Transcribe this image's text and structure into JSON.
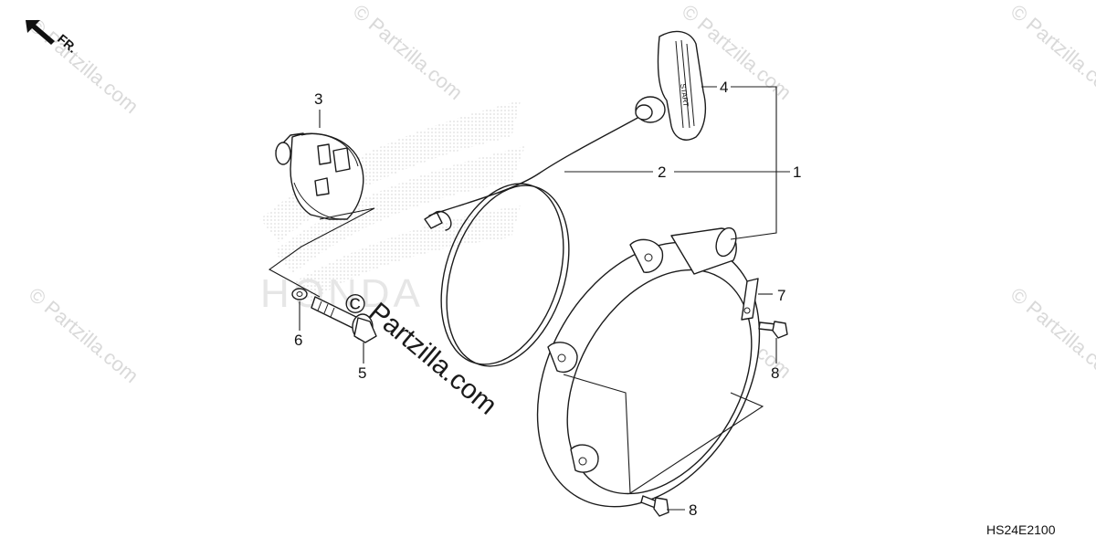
{
  "direction_marker": {
    "label": "FR.",
    "icon": "front-direction-arrow-icon"
  },
  "watermarks": {
    "repeat_text": "© Partzilla.com",
    "center_copyright": "©",
    "center_text": "Partzilla.com",
    "brand_background_text": "HONDA"
  },
  "callouts": {
    "c1": "1",
    "c2": "2",
    "c3": "3",
    "c4": "4",
    "c5": "5",
    "c6": "6",
    "c7": "7",
    "c8a": "8",
    "c8b": "8"
  },
  "parts": {
    "handle_imprint": "START"
  },
  "diagram_code": "HS24E2100"
}
